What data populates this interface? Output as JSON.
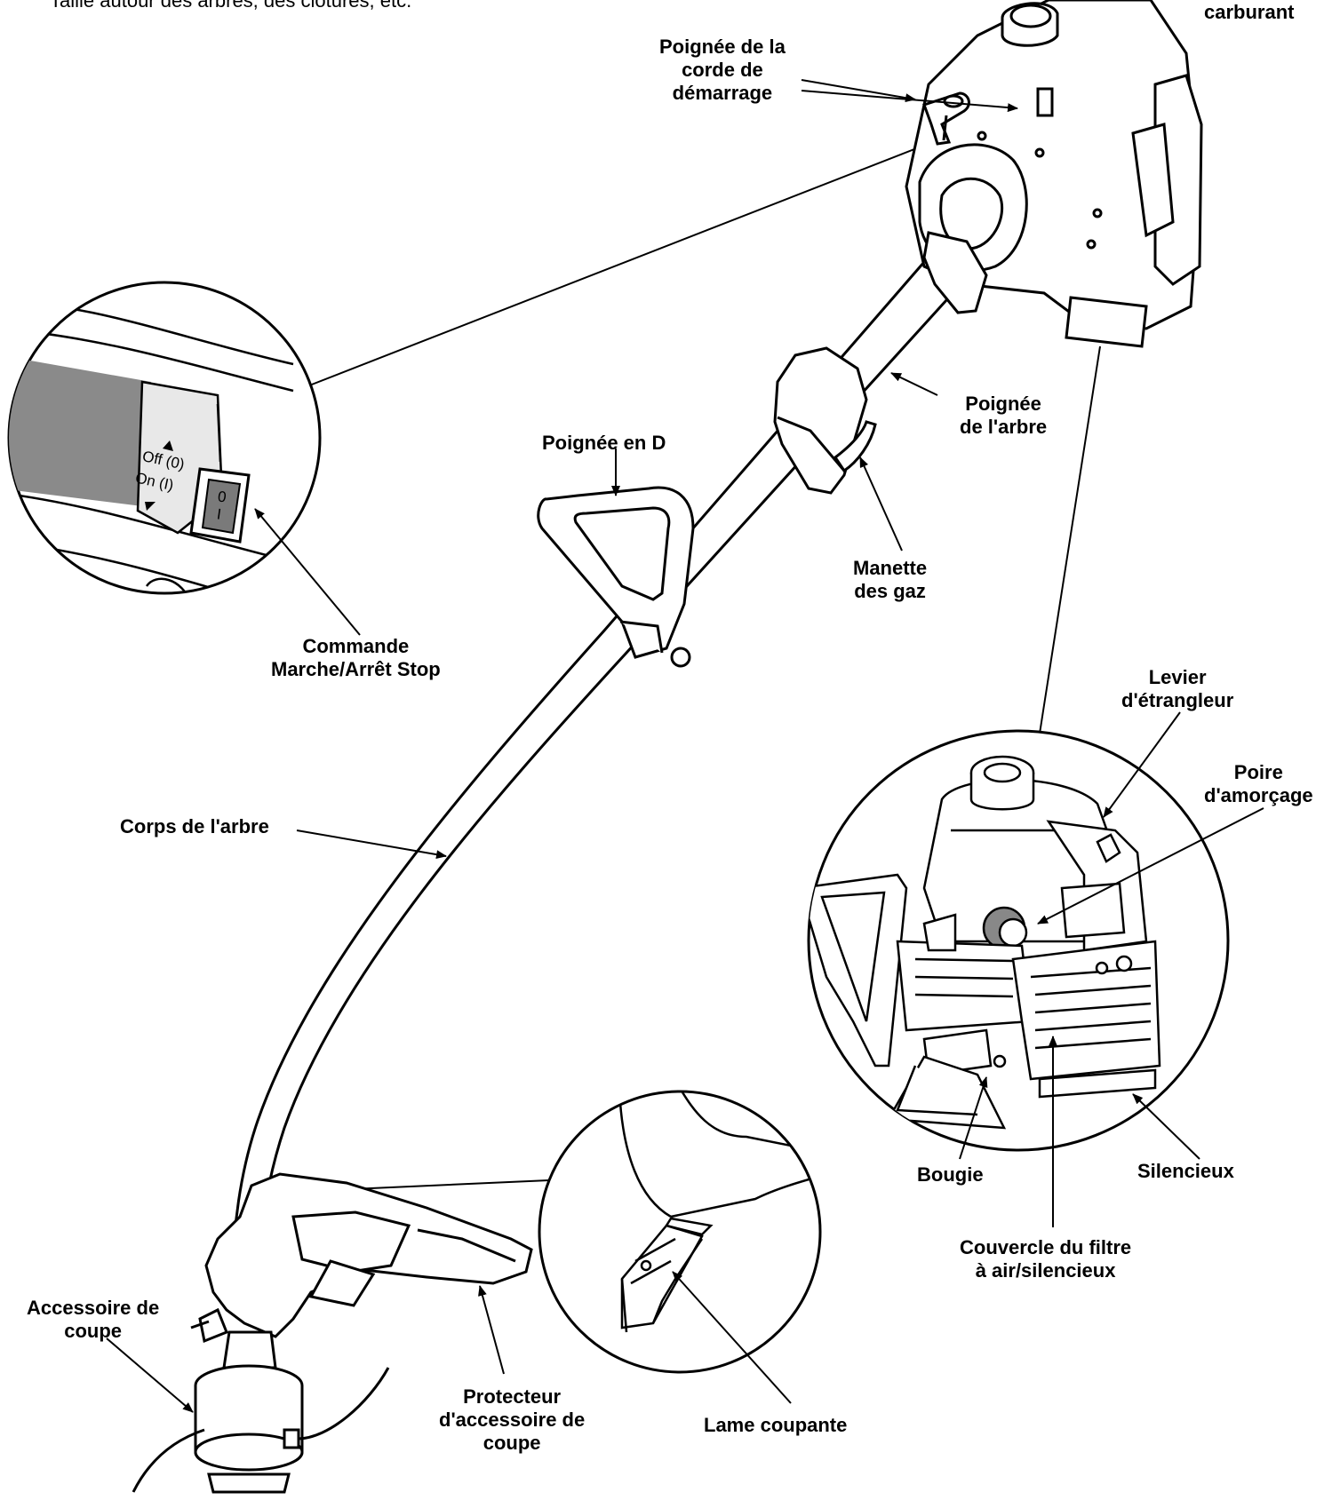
{
  "top_text": "Taille autour des arbres, des clôtures, etc.",
  "labels": {
    "carburant": [
      "carburant"
    ],
    "poignee_corde": [
      "Poignée de la",
      "corde de",
      "démarrage"
    ],
    "poignee_arbre": [
      "Poignée",
      "de l'arbre"
    ],
    "poignee_d": [
      "Poignée en D"
    ],
    "manette_gaz": [
      "Manette",
      "des gaz"
    ],
    "commande": [
      "Commande",
      "Marche/Arrêt Stop"
    ],
    "levier": [
      "Levier",
      "d'étrangleur"
    ],
    "poire": [
      "Poire",
      "d'amorçage"
    ],
    "corps_arbre": [
      "Corps de l'arbre"
    ],
    "bougie": [
      "Bougie"
    ],
    "silencieux": [
      "Silencieux"
    ],
    "couvercle": [
      "Couvercle du filtre",
      "à air/silencieux"
    ],
    "accessoire": [
      "Accessoire de",
      "coupe"
    ],
    "protecteur": [
      "Protecteur",
      "d'accessoire de",
      "coupe"
    ],
    "lame": [
      "Lame coupante"
    ]
  },
  "switch_panel": {
    "off_label": "Off (0)",
    "on_label": "On (I)",
    "mark_zero": "0",
    "mark_one": "I"
  }
}
